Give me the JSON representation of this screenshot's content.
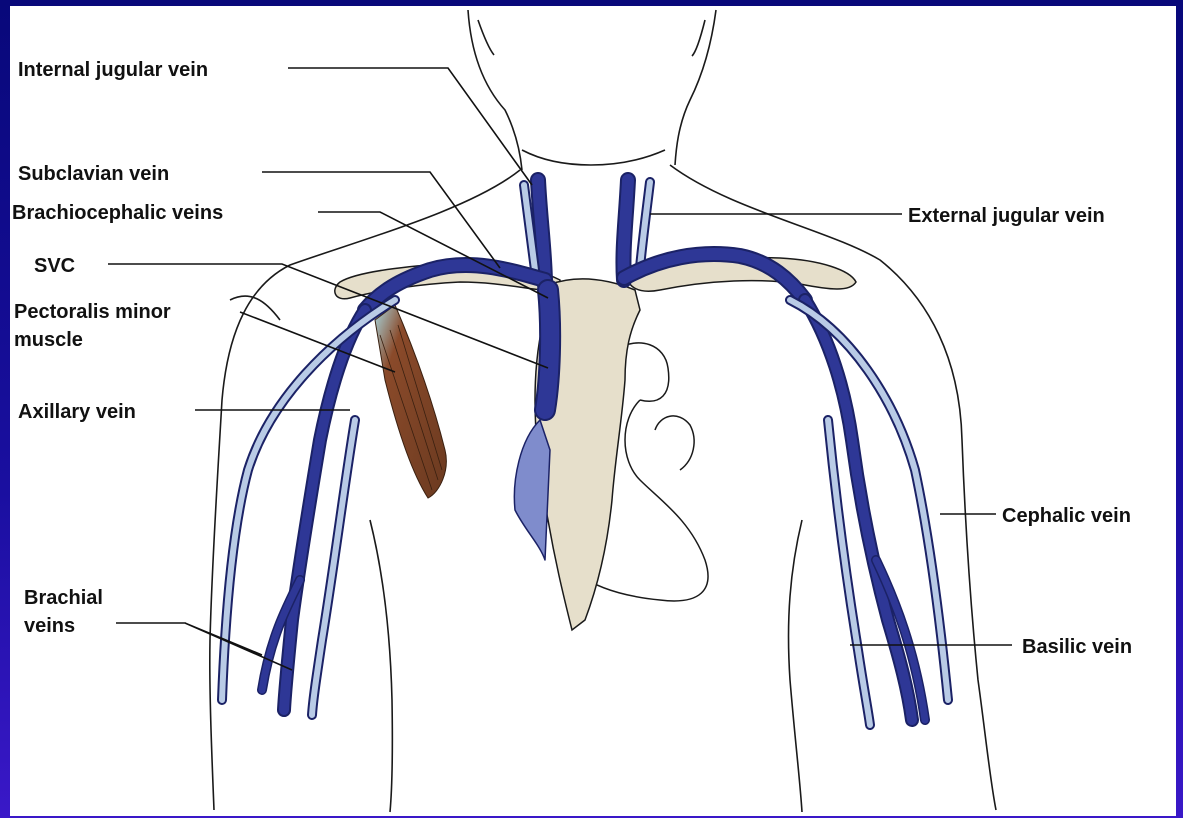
{
  "diagram": {
    "labels": {
      "internal_jugular": "Internal jugular vein",
      "subclavian": "Subclavian vein",
      "brachiocephalic": "Brachiocephalic veins",
      "svc": "SVC",
      "pectoralis_line1": "Pectoralis minor",
      "pectoralis_line2": "muscle",
      "axillary": "Axillary vein",
      "brachial_line1": "Brachial",
      "brachial_line2": "veins",
      "external_jugular": "External jugular vein",
      "cephalic": "Cephalic vein",
      "basilic": "Basilic vein"
    },
    "colors": {
      "background": "#0a0a78",
      "panel": "#ffffff",
      "vein_dark": "#2e3796",
      "vein_light": "#b9cbe6",
      "vein_edge": "#1b2266",
      "bone": "#e6dfcb",
      "muscle": "#8a4a2a",
      "outline": "#1a1a1a"
    }
  }
}
